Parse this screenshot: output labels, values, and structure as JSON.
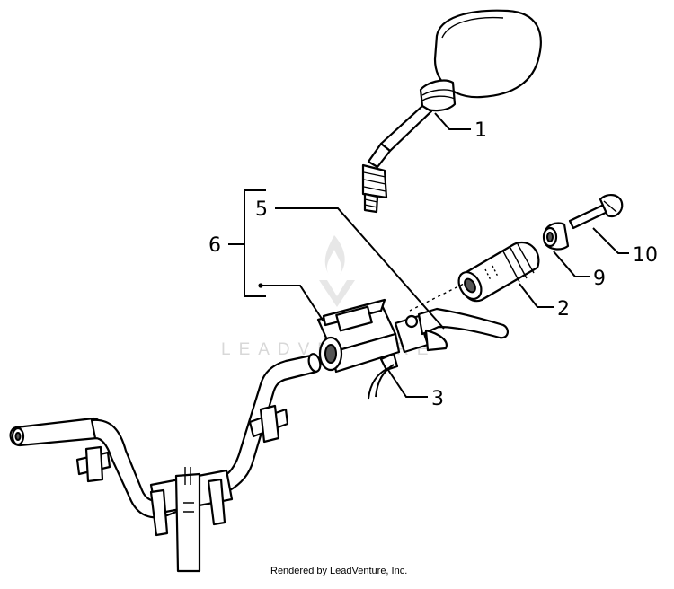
{
  "diagram": {
    "callouts": {
      "c1": "1",
      "c2": "2",
      "c3": "3",
      "c5": "5",
      "c6": "6",
      "c9": "9",
      "c10": "10"
    },
    "watermark": "LEADVENTURE",
    "credit": "Rendered by LeadVenture, Inc."
  },
  "parts": [
    {
      "ref": "1",
      "item": "mirror"
    },
    {
      "ref": "2",
      "item": "handlebar-grip"
    },
    {
      "ref": "3",
      "item": "brake-switch"
    },
    {
      "ref": "5",
      "item": "brake-lever"
    },
    {
      "ref": "6",
      "item": "master-cylinder-assembly"
    },
    {
      "ref": "9",
      "item": "bar-end-weight"
    },
    {
      "ref": "10",
      "item": "screw"
    }
  ]
}
